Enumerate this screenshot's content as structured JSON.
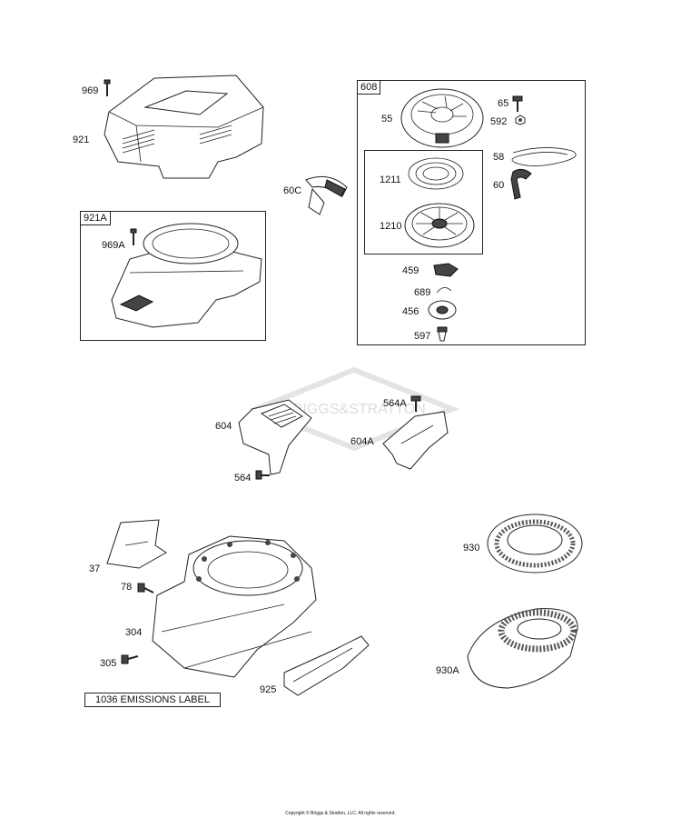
{
  "box_tags": {
    "box_921a": "921A",
    "box_608": "608"
  },
  "labels": {
    "p969": "969",
    "p921": "921",
    "p969a": "969A",
    "p60c": "60C",
    "p55": "55",
    "p65": "65",
    "p592": "592",
    "p58": "58",
    "p60": "60",
    "p1211": "1211",
    "p1210": "1210",
    "p459": "459",
    "p689": "689",
    "p456": "456",
    "p597": "597",
    "p604": "604",
    "p564": "564",
    "p564a": "564A",
    "p604a": "604A",
    "p37": "37",
    "p78": "78",
    "p304": "304",
    "p305": "305",
    "p925": "925",
    "p930": "930",
    "p930a": "930A"
  },
  "emissions_label": "1036 EMISSIONS LABEL",
  "watermark": "BRIGGS&STRATTON",
  "copyright": "Copyright © Briggs & Stratton, LLC. All rights reserved."
}
